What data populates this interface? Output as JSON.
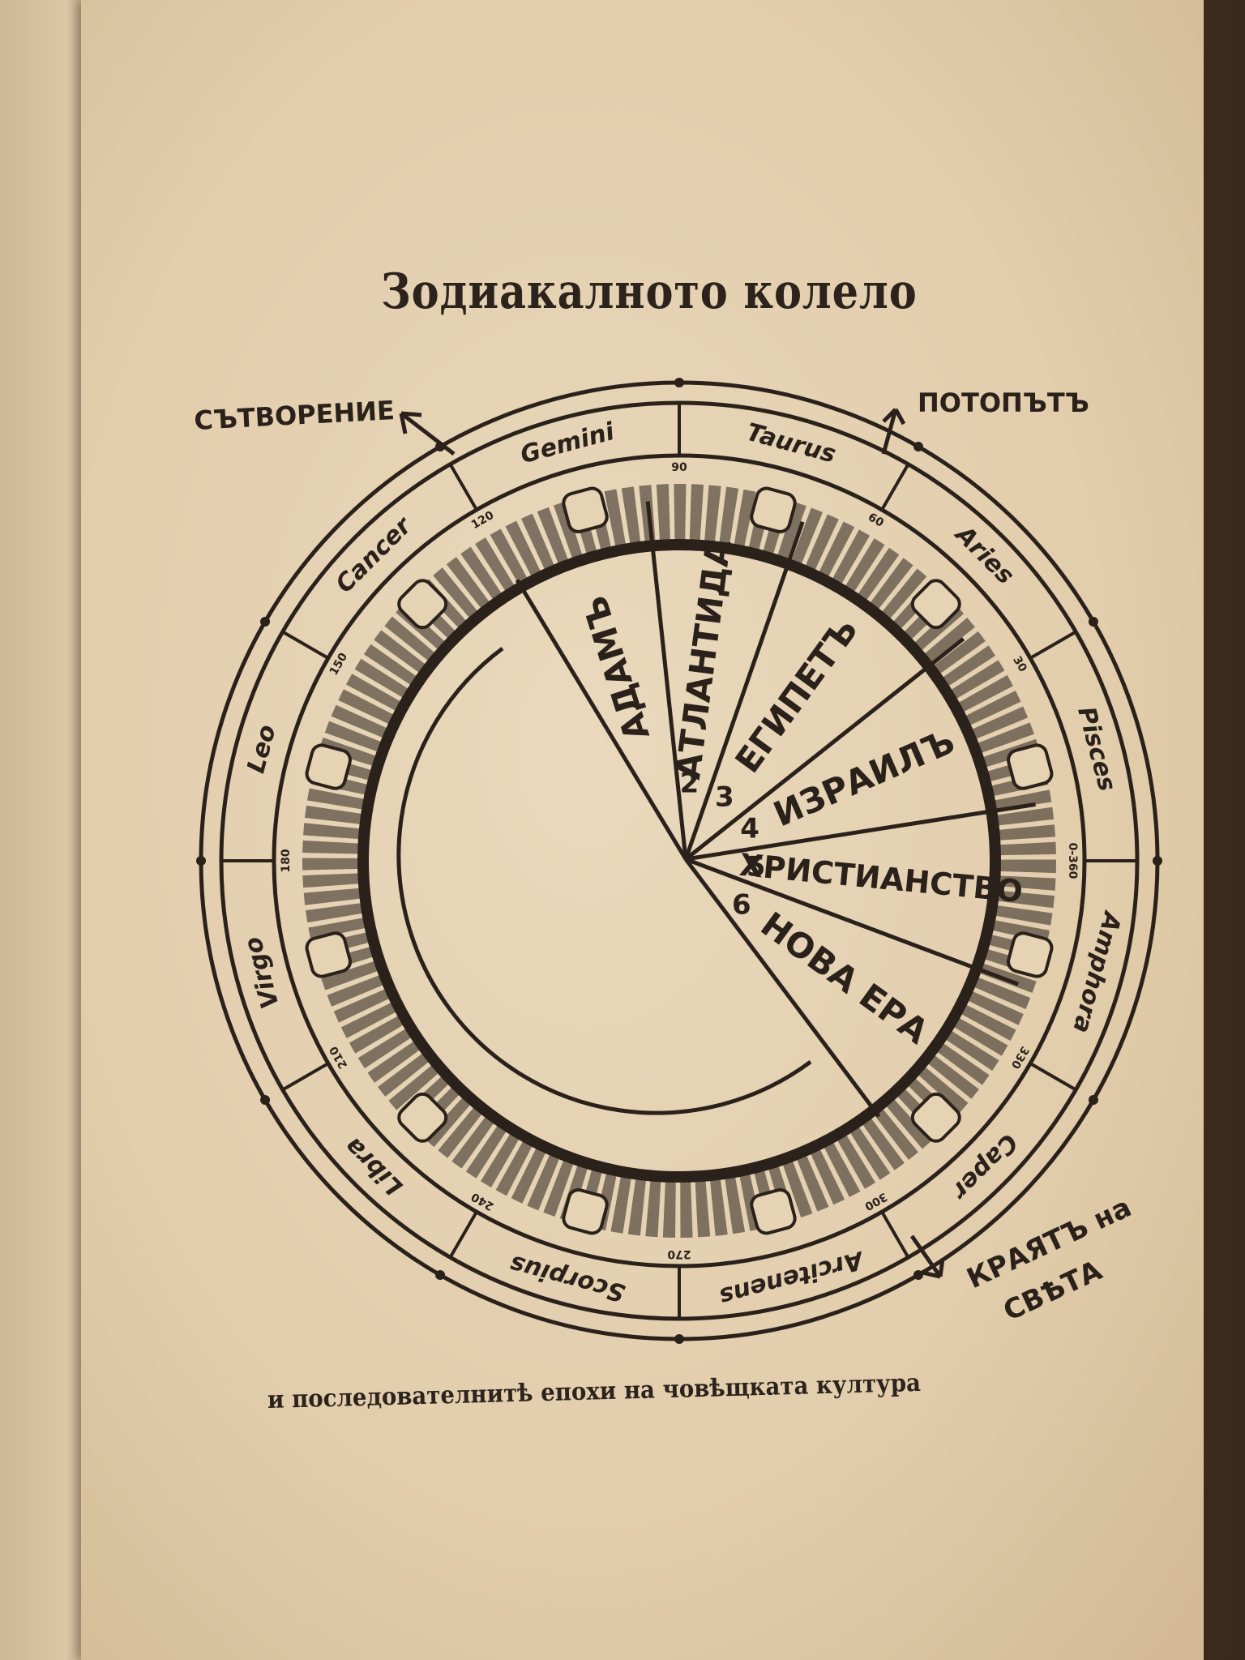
{
  "title": "Зодиакалното колело",
  "caption": "и последователнитѣ епохи на човѣщката култура",
  "annotations": {
    "creation": "СЪТВОРЕНИЕ",
    "flood": "ПОТОПЪТЪ",
    "end_line1": "КРАЯТЪ на",
    "end_line2": "СВѢТА"
  },
  "zodiac_names": [
    "Gemini",
    "Taurus",
    "Aries",
    "Pisces",
    "Amphora",
    "Caper",
    "Arcitenens",
    "Scorpius",
    "Libra",
    "Virgo",
    "Leo",
    "Cancer"
  ],
  "degree_marks": [
    "90",
    "60",
    "30",
    "0-360",
    "330",
    "300",
    "270",
    "240",
    "210",
    "180",
    "150",
    "120"
  ],
  "epochs": [
    {
      "number": "",
      "name": "АДАМЪ"
    },
    {
      "number": "2",
      "name": "АТЛАНТИДА"
    },
    {
      "number": "3",
      "name": "ЕГИПЕТЪ"
    },
    {
      "number": "4",
      "name": "ИЗРАИЛЪ"
    },
    {
      "number": "5",
      "name": "ХРИСТИАНСТВО"
    },
    {
      "number": "6",
      "name": "НОВА ЕРА"
    }
  ],
  "colors": {
    "ink": "#2a211b",
    "paper": "#e6d3b4"
  }
}
